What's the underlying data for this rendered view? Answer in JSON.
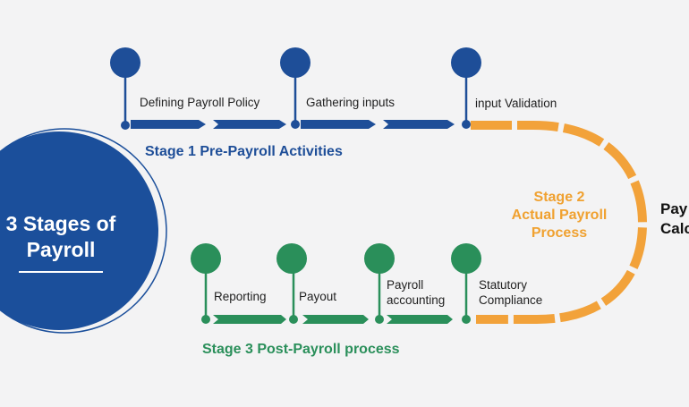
{
  "center": {
    "title_line1": "3 Stages of",
    "title_line2": "Payroll"
  },
  "stage1": {
    "title": "Stage 1 Pre-Payroll Activities",
    "steps": [
      "Defining Payroll Policy",
      "Gathering inputs",
      "input Validation"
    ]
  },
  "stage2": {
    "title_line1": "Stage 2",
    "title_line2": "Actual Payroll",
    "title_line3": "Process",
    "edge_label_line1": "Pay",
    "edge_label_line2": "Calc"
  },
  "stage3": {
    "title": "Stage 3 Post-Payroll process",
    "steps": [
      "Reporting",
      "Payout",
      "Payroll accounting",
      "Statutory Compliance"
    ]
  },
  "colors": {
    "stage1": "#1e4e98",
    "stage2": "#f2a23a",
    "stage3": "#2a8f5a",
    "center_circle": "#1b4f9b",
    "background": "#f3f3f4"
  }
}
